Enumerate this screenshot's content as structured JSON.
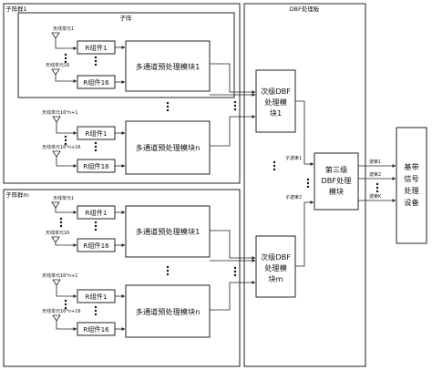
{
  "labels": {
    "subarray_1": "子阵群1",
    "subarray_m": "子阵群m",
    "subarray": "子阵",
    "dbf_board": "DBF处理板",
    "antenna_1": "天线单元1",
    "antenna_16": "天线单元16",
    "antenna_16n1": "天线单元16*n+1",
    "antenna_16n16": "天线单元16*n+16",
    "r_comp_1": "R组件1",
    "r_comp_16": "R组件16",
    "mc_pre_1": "多通道预处理模块1",
    "mc_pre_n": "多通道预处理模块n",
    "sec_dbf_1_l1": "次级DBF",
    "sec_dbf_1_l2": "处理模",
    "sec_dbf_1_l3": "块1",
    "sec_dbf_m_l1": "次级DBF",
    "sec_dbf_m_l2": "处理模",
    "sec_dbf_m_l3": "块m",
    "subbeam_1": "子波束1",
    "subbeam_2": "子波束2",
    "third_l1": "第三级",
    "third_l2": "DBF处理",
    "third_l3": "模块",
    "beam_1": "波束1",
    "beam_2": "波束2",
    "beam_k": "波束K",
    "bb_l1": "基带",
    "bb_l2": "信号",
    "bb_l3": "处理",
    "bb_l4": "设备"
  }
}
